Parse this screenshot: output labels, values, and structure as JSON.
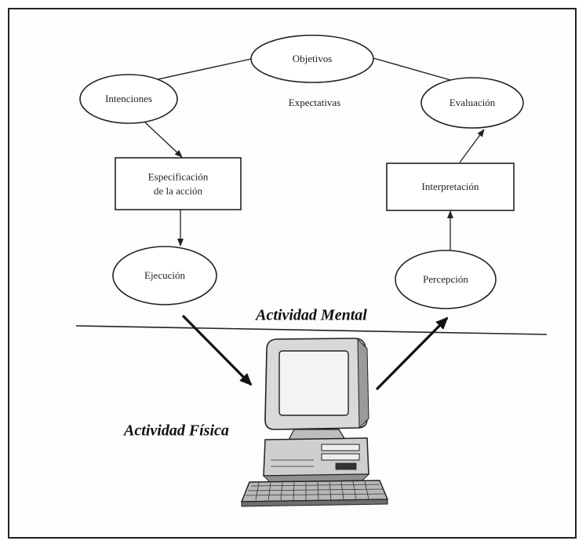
{
  "nodes": {
    "objetivos": "Objetivos",
    "intenciones": "Intenciones",
    "expectativas": "Expectativas",
    "evaluacion": "Evaluación",
    "especificacion_line1": "Especificación",
    "especificacion_line2": "de la acción",
    "interpretacion": "Interpretación",
    "ejecucion": "Ejecución",
    "percepcion": "Percepción"
  },
  "regions": {
    "mental": "Actividad Mental",
    "fisica": "Actividad Física"
  },
  "icons": {
    "computer": "desktop-computer-icon"
  }
}
